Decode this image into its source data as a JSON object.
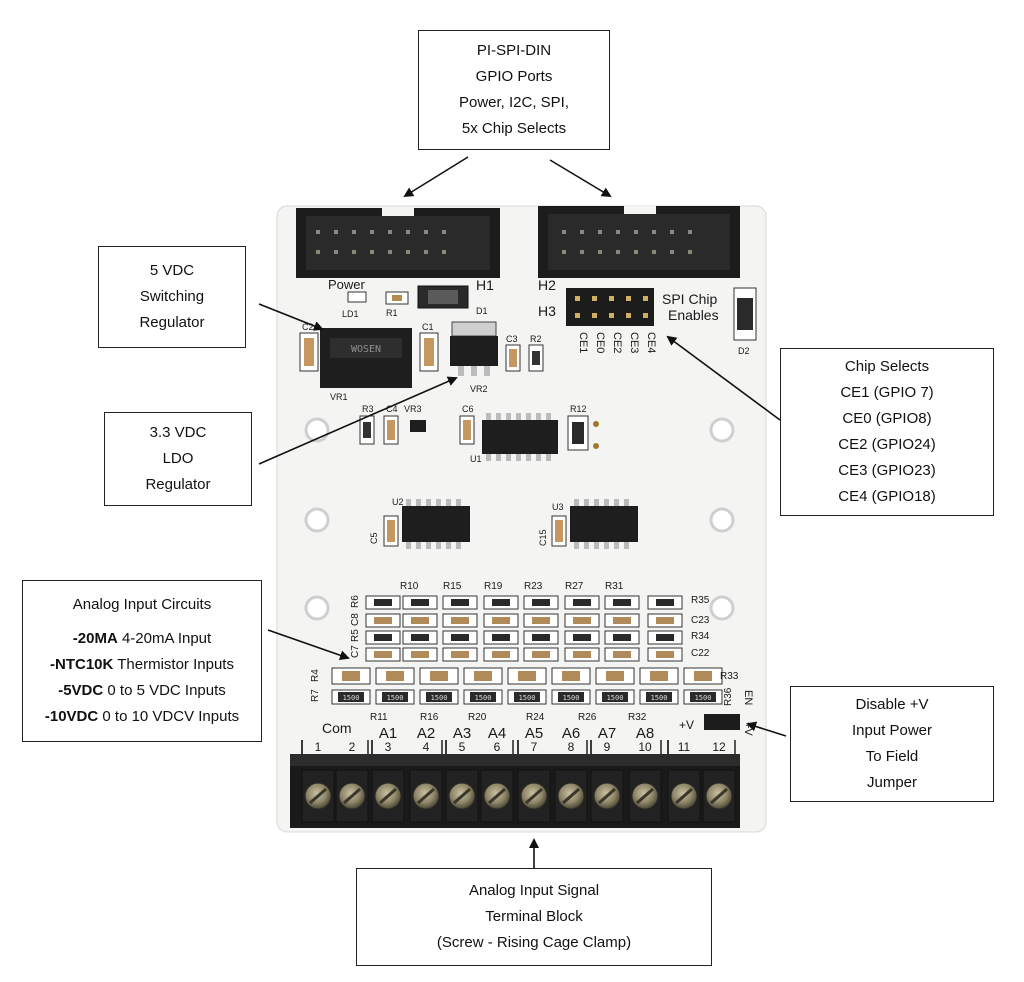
{
  "callouts": {
    "header_ports": [
      "PI-SPI-DIN",
      "GPIO Ports",
      "Power, I2C, SPI,",
      "5x Chip Selects"
    ],
    "switching_reg": [
      "5 VDC",
      "Switching",
      "Regulator"
    ],
    "ldo_reg": [
      "3.3 VDC",
      "LDO",
      "Regulator"
    ],
    "chip_selects": [
      "Chip Selects",
      "CE1 (GPIO 7)",
      "CE0 (GPIO8)",
      "CE2 (GPIO24)",
      "CE3 (GPIO23)",
      "CE4 (GPIO18)"
    ],
    "analog_input": {
      "title": "Analog Input Circuits",
      "rows": [
        {
          "bold": "-20MA",
          "rest": " 4-20mA Input"
        },
        {
          "bold": "-NTC10K",
          "rest": " Thermistor Inputs"
        },
        {
          "bold": "-5VDC",
          "rest": " 0 to 5 VDC Inputs"
        },
        {
          "bold": "-10VDC",
          "rest": " 0 to 10 VDCV Inputs"
        }
      ]
    },
    "disable_v": [
      "Disable +V",
      "Input Power",
      "To Field",
      "Jumper"
    ],
    "terminal_block": [
      "Analog Input Signal",
      "Terminal Block",
      "(Screw - Rising Cage Clamp)"
    ]
  },
  "board": {
    "silk": {
      "power": "Power",
      "h1": "H1",
      "h2": "H2",
      "h3": "H3",
      "ld1": "LD1",
      "r1": "R1",
      "d1": "D1",
      "c2": "C2",
      "c1": "C1",
      "vr1": "VR1",
      "vr2": "VR2",
      "c3": "C3",
      "r2": "R2",
      "spi_chip": "SPI Chip",
      "enables": "Enables",
      "d2": "D2",
      "ce1": "CE1",
      "ce0": "CE0",
      "ce2": "CE2",
      "ce3": "CE3",
      "ce4": "CE4",
      "r3": "R3",
      "c4": "C4",
      "vr3": "VR3",
      "c6": "C6",
      "r12": "R12",
      "u1": "U1",
      "u2": "U2",
      "u3": "U3",
      "c5": "C5",
      "c15": "C15",
      "regulator_mark": "WOSEN",
      "r6": "R6",
      "r10": "R10",
      "r15": "R15",
      "r19": "R19",
      "r23": "R23",
      "r27": "R27",
      "r31": "R31",
      "r35": "R35",
      "c8": "C8",
      "c23": "C23",
      "r5": "R5",
      "r34": "R34",
      "c7": "C7",
      "c22": "C22",
      "r4": "R4",
      "r33": "R33",
      "r7": "R7",
      "r36": "R36",
      "en": "EN",
      "r11": "R11",
      "r16": "R16",
      "r20": "R20",
      "r24": "R24",
      "r26": "R26",
      "r32": "R32",
      "com": "Com",
      "plus_v": "+V",
      "plus_v2": "+V"
    },
    "resistor_marks": [
      "1500",
      "1500",
      "1500",
      "1500",
      "1500",
      "1500",
      "1500"
    ],
    "channels": [
      "A1",
      "A2",
      "A3",
      "A4",
      "A5",
      "A6",
      "A7",
      "A8"
    ],
    "terminals": [
      "1",
      "2",
      "3",
      "4",
      "5",
      "6",
      "7",
      "8",
      "9",
      "10",
      "11",
      "12"
    ]
  }
}
